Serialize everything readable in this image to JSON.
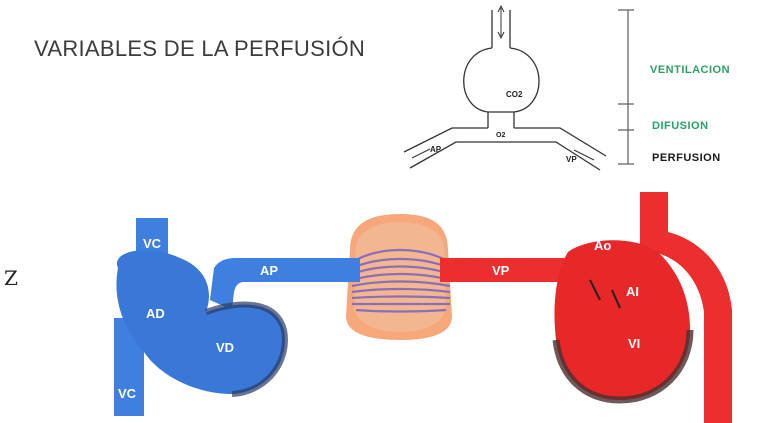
{
  "title": "VARIABLES DE LA PERFUSIÓN",
  "side_letter": "Z",
  "schema": {
    "co2_label": "CO2",
    "o2_label": "O2",
    "ap_label": "AP",
    "vp_label": "VP",
    "ventilacion": "VENTILACION",
    "difusion": "DIFUSION",
    "perfusion": "PERFUSION"
  },
  "heart": {
    "vc_top": "VC",
    "vc_bottom": "VC",
    "ad": "AD",
    "vd": "VD",
    "ap": "AP",
    "vp": "VP",
    "ao": "Ao",
    "ai": "AI",
    "vi": "VI"
  },
  "colors": {
    "venous": "#3f7fe0",
    "arterial": "#ec2e2e",
    "lung": "#f4a070",
    "ventilation_green": "#2e9e66"
  }
}
